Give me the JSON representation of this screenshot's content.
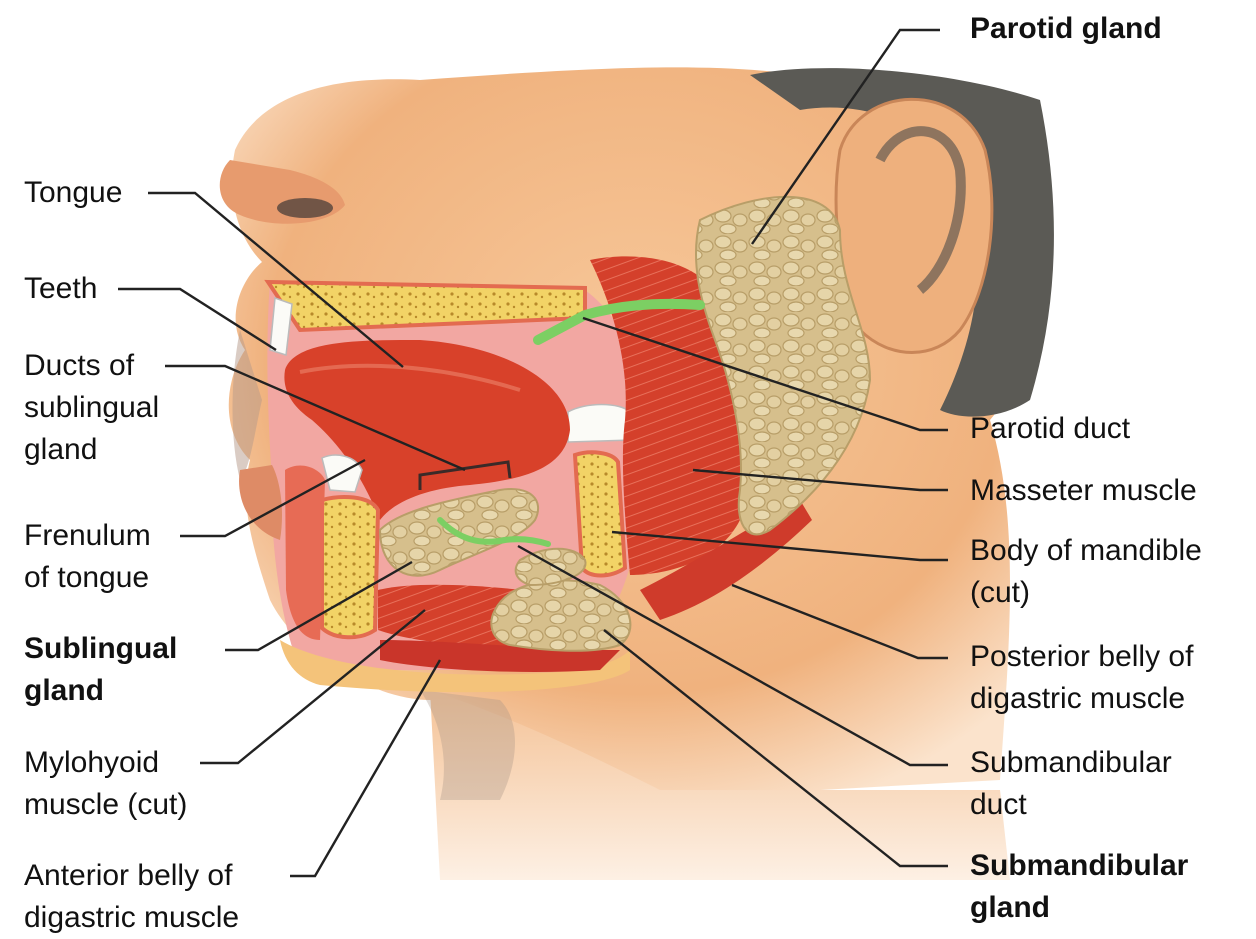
{
  "labels": {
    "parotid_gland": "Parotid gland",
    "tongue": "Tongue",
    "teeth": "Teeth",
    "ducts_sublingual": "Ducts of\nsublingual\ngland",
    "frenulum": "Frenulum\nof tongue",
    "sublingual_gland": "Sublingual\ngland",
    "mylohyoid": "Mylohyoid\nmuscle (cut)",
    "anterior_digastric": "Anterior belly of\ndigastric muscle",
    "parotid_duct": "Parotid duct",
    "masseter": "Masseter muscle",
    "body_mandible": "Body of mandible\n(cut)",
    "posterior_digastric": "Posterior belly of\ndigastric muscle",
    "submandibular_duct": "Submandibular\nduct",
    "submandibular_gland": "Submandibular\ngland"
  },
  "colors": {
    "skin": "#f2b88a",
    "muscle": "#d8432e",
    "gland": "#d9c493",
    "bone": "#f1d36a",
    "duct": "#7ccf63",
    "hair": "#5b5a55"
  }
}
